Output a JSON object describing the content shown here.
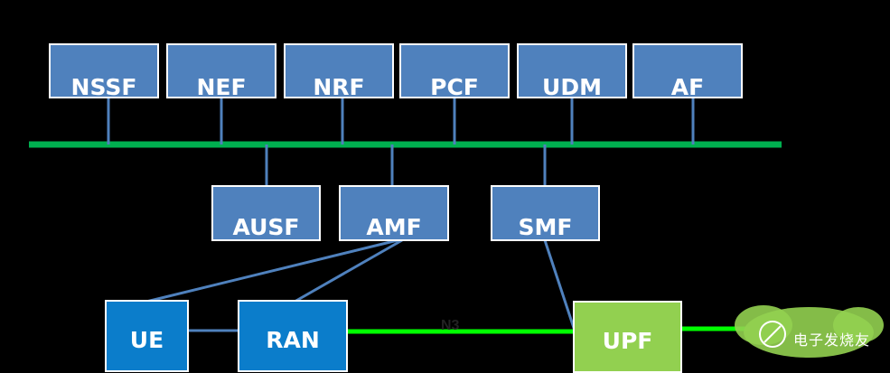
{
  "colors": {
    "background": "#000000",
    "box_blue": "#4f81bd",
    "ue_ran_blue": "#0b7dcb",
    "upf_green": "#92d050",
    "bus_green": "#00b050",
    "n3_green": "#00ff00",
    "link_blue": "#4f81bd"
  },
  "service_bus": {
    "top_nfs": [
      {
        "id": "nssf",
        "label": "NSSF"
      },
      {
        "id": "nef",
        "label": "NEF"
      },
      {
        "id": "nrf",
        "label": "NRF"
      },
      {
        "id": "pcf",
        "label": "PCF"
      },
      {
        "id": "udm",
        "label": "UDM"
      },
      {
        "id": "af",
        "label": "AF"
      }
    ],
    "middle_nfs": [
      {
        "id": "ausf",
        "label": "AUSF"
      },
      {
        "id": "amf",
        "label": "AMF"
      },
      {
        "id": "smf",
        "label": "SMF"
      }
    ]
  },
  "access": {
    "ue": {
      "label": "UE"
    },
    "ran": {
      "label": "RAN"
    },
    "upf": {
      "label": "UPF"
    },
    "n3_label": "N3"
  },
  "watermark": {
    "text": "电子发烧友",
    "icon": "elecfans-cloud-logo-icon"
  }
}
